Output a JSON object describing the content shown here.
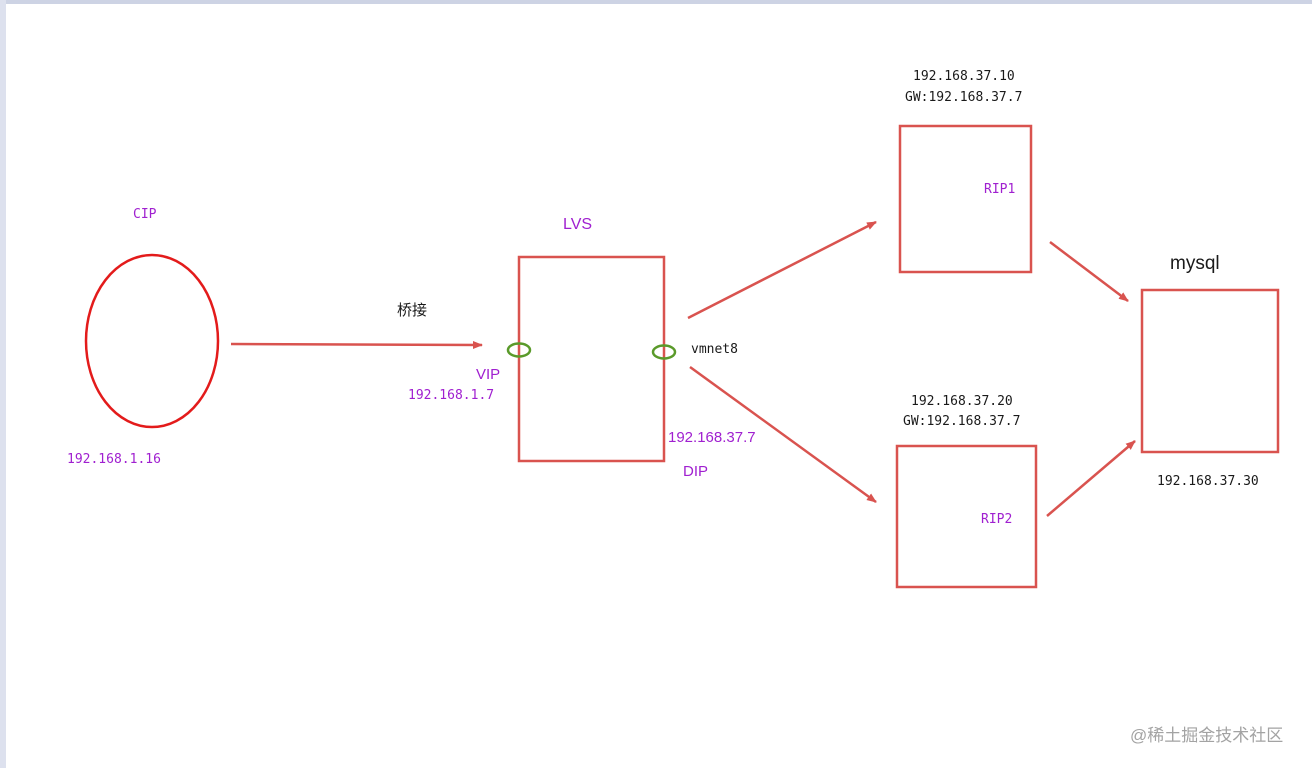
{
  "client": {
    "label": "CIP",
    "ip": "192.168.1.16"
  },
  "link": {
    "bridge_label": "桥接"
  },
  "lvs": {
    "label": "LVS",
    "vip_label": "VIP",
    "vip_ip": "192.168.1.7",
    "nic_label": "vmnet8",
    "dip_ip": "192.168.37.7",
    "dip_label": "DIP"
  },
  "rs1": {
    "label": "RIP1",
    "ip": "192.168.37.10",
    "gw": "GW:192.168.37.7"
  },
  "rs2": {
    "label": "RIP2",
    "ip": "192.168.37.20",
    "gw": "GW:192.168.37.7"
  },
  "mysql": {
    "label": "mysql",
    "ip": "192.168.37.30"
  },
  "watermark": "@稀土掘金技术社区",
  "colors": {
    "box_stroke": "#d9534f",
    "client_stroke": "#e31b1b",
    "arrow": "#d9534f",
    "nic": "#5a9a2a",
    "label_purple": "#a020d0"
  }
}
